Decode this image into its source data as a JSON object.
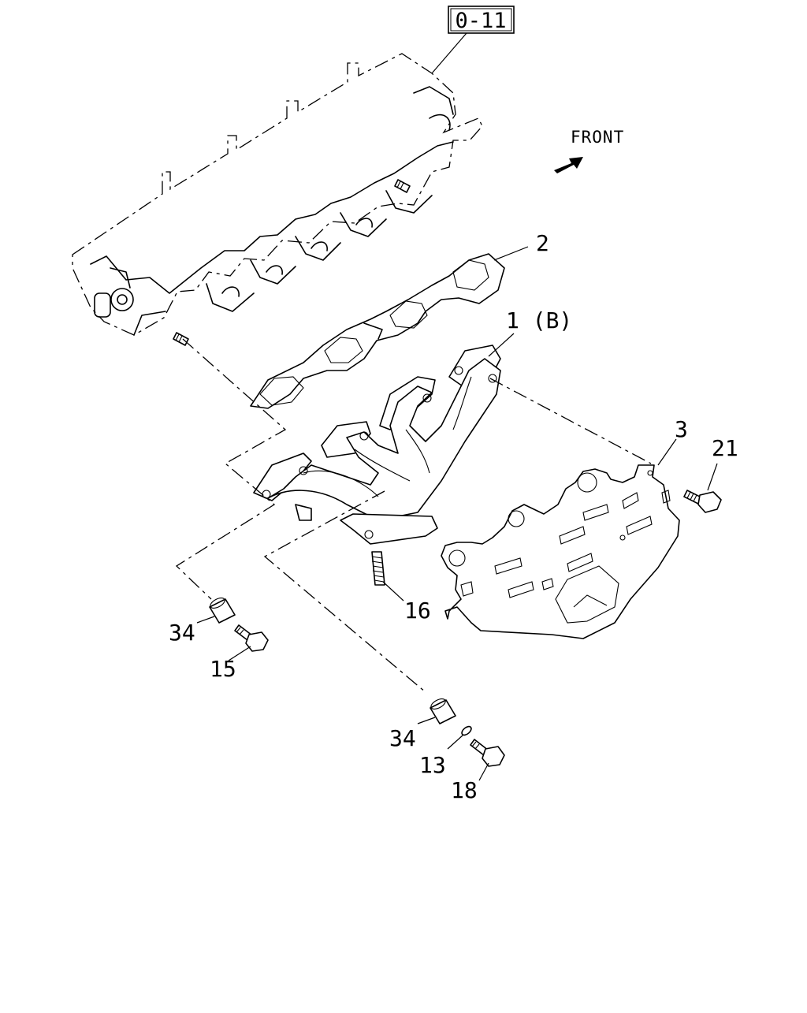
{
  "reference_box": {
    "label": "0-11"
  },
  "direction": {
    "label": "FRONT",
    "icon": "front-arrow-icon"
  },
  "callouts": [
    {
      "id": "gasket",
      "label": "2"
    },
    {
      "id": "manifold",
      "label": "1 (B)"
    },
    {
      "id": "heat-shield",
      "label": "3"
    },
    {
      "id": "shield-bolt",
      "label": "21"
    },
    {
      "id": "stud",
      "label": "16"
    },
    {
      "id": "sleeve-left",
      "label": "34"
    },
    {
      "id": "bolt-left",
      "label": "15"
    },
    {
      "id": "sleeve-right",
      "label": "34"
    },
    {
      "id": "washer",
      "label": "13"
    },
    {
      "id": "bolt-right",
      "label": "18"
    }
  ],
  "colors": {
    "line": "#000000",
    "background": "#ffffff"
  }
}
